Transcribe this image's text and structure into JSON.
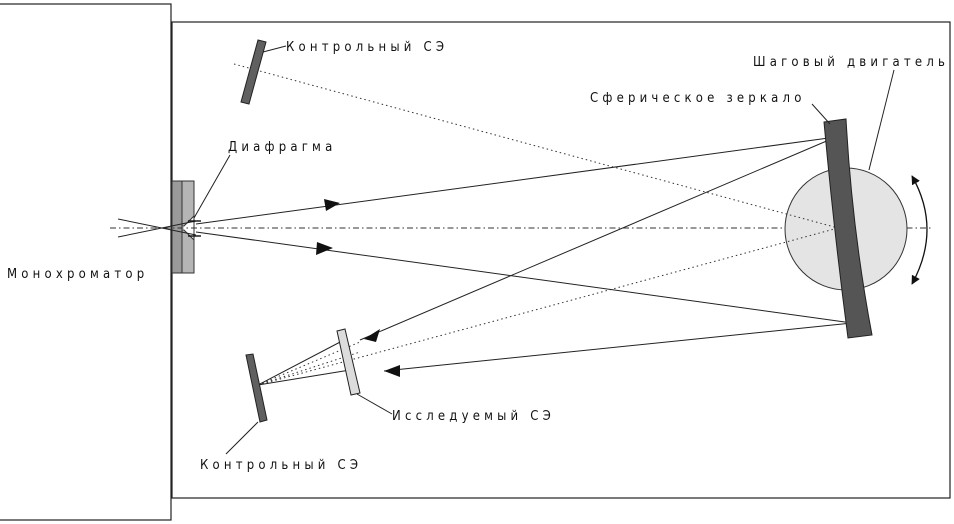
{
  "labels": {
    "monochromator": "Монохроматор",
    "control_se_top": "Контрольный СЭ",
    "stepper_motor": "Шаговый двигатель",
    "spherical_mirror": "Сферическое зеркало",
    "diaphragm": "Диафрагма",
    "studied_se": "Исследуемый СЭ",
    "control_se_bottom": "Контрольный СЭ"
  },
  "colors": {
    "mirror": "#555555",
    "motor_disk": "#e4e4e4",
    "studied_element": "#dcdcdc",
    "control_element": "#606060",
    "line": "#222222"
  }
}
